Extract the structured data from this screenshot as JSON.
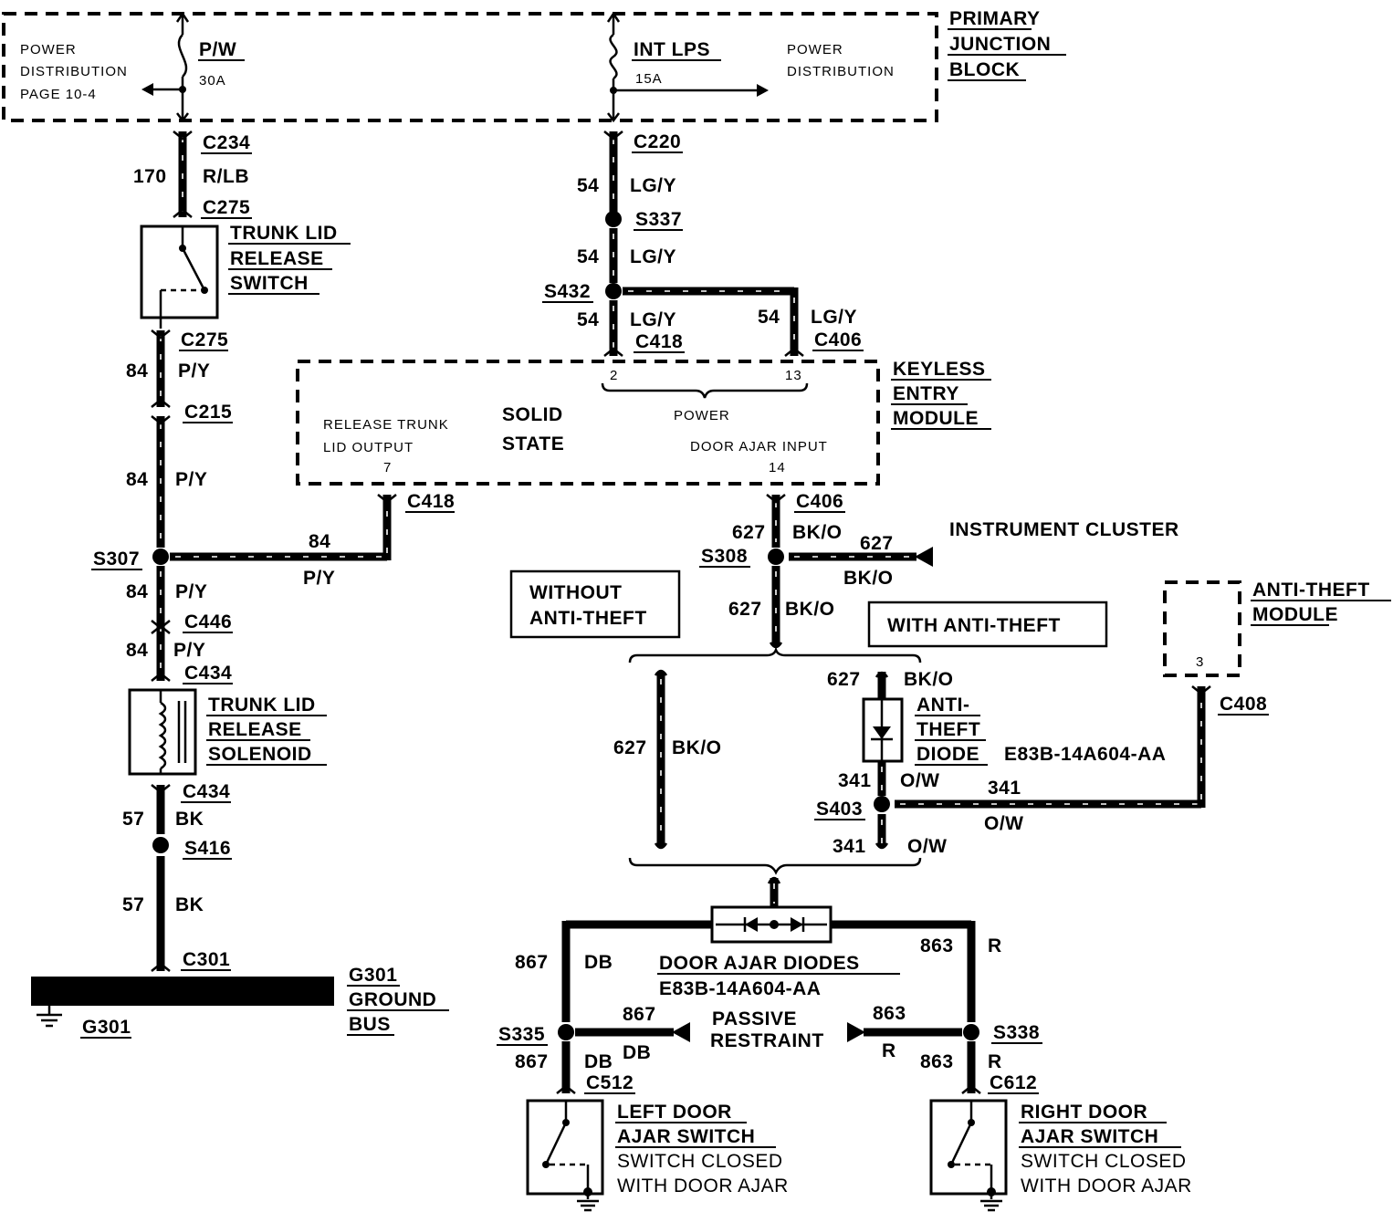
{
  "primary_junction_block": {
    "title": [
      "PRIMARY",
      "JUNCTION",
      "BLOCK"
    ],
    "left_dist": [
      "POWER",
      "DISTRIBUTION",
      "PAGE 10-4"
    ],
    "right_dist": [
      "POWER",
      "DISTRIBUTION"
    ],
    "fuse_pw": {
      "name": "P/W",
      "rating": "30A"
    },
    "fuse_int": {
      "name": "INT LPS",
      "rating": "15A"
    }
  },
  "left_branch": {
    "c234": "C234",
    "w170": "170",
    "rlb": "R/LB",
    "c275a": "C275",
    "switch_title": [
      "TRUNK LID",
      "RELEASE",
      "SWITCH"
    ],
    "c275b": "C275",
    "w84a": "84",
    "py_a": "P/Y",
    "c215": "C215",
    "w84b": "84",
    "py_b": "P/Y",
    "s307": "S307",
    "w84h": "84",
    "py_h": "P/Y",
    "w84c": "84",
    "py_c": "P/Y",
    "c446": "C446",
    "w84d": "84",
    "py_d": "P/Y",
    "c434a": "C434",
    "solenoid_title": [
      "TRUNK LID",
      "RELEASE",
      "SOLENOID"
    ],
    "c434b": "C434",
    "w57a": "57",
    "bk_a": "BK",
    "s416": "S416",
    "w57b": "57",
    "bk_b": "BK",
    "c301": "C301",
    "g301": "G301",
    "ground_bus": [
      "G301",
      "GROUND",
      "BUS"
    ]
  },
  "center_branch": {
    "c220": "C220",
    "w54a": "54",
    "lgy_a": "LG/Y",
    "s337": "S337",
    "w54b": "54",
    "lgy_b": "LG/Y",
    "s432": "S432",
    "w54c": "54",
    "lgy_c": "LG/Y",
    "c418a": "C418",
    "w54d": "54",
    "lgy_d": "LG/Y",
    "c406a": "C406"
  },
  "keyless_entry": {
    "title": [
      "KEYLESS",
      "ENTRY",
      "MODULE"
    ],
    "pin2": "2",
    "pin13": "13",
    "power": "POWER",
    "release": [
      "RELEASE TRUNK",
      "LID OUTPUT"
    ],
    "solid_state": [
      "SOLID",
      "STATE"
    ],
    "door_ajar_input": "DOOR AJAR INPUT",
    "pin7": "7",
    "pin14": "14",
    "c418b": "C418",
    "c406b": "C406",
    "w84": "84",
    "py": "P/Y"
  },
  "right_branch": {
    "w627a": "627",
    "bko_a": "BK/O",
    "s308": "S308",
    "w627b": "627",
    "bko_b": "BK/O",
    "w627c": "627",
    "bko_c": "BK/O",
    "instrument_cluster": "INSTRUMENT CLUSTER",
    "without_anti_theft": [
      "WITHOUT",
      "ANTI-THEFT"
    ],
    "with_anti_theft": "WITH ANTI-THEFT",
    "w627d": "627",
    "bko_d": "BK/O",
    "w627e": "627",
    "bko_e": "BK/O",
    "diode_title": [
      "ANTI-",
      "THEFT",
      "DIODE"
    ],
    "part_no": "E83B-14A604-AA",
    "w341a": "341",
    "ow_a": "O/W",
    "s403": "S403",
    "w341b": "341",
    "ow_b": "O/W",
    "w341c": "341",
    "ow_c": "O/W",
    "anti_theft_module": [
      "ANTI-THEFT",
      "MODULE"
    ],
    "pin3": "3",
    "c408": "C408"
  },
  "door_ajar": {
    "w867a": "867",
    "db_a": "DB",
    "w863a": "863",
    "r_a": "R",
    "diodes_title": "DOOR AJAR DIODES",
    "diodes_part": "E83B-14A604-AA",
    "s335": "S335",
    "w867b": "867",
    "db_b": "DB",
    "passive_restraint": [
      "PASSIVE",
      "RESTRAINT"
    ],
    "w863b": "863",
    "r_b": "R",
    "s338": "S338",
    "w867c": "867",
    "db_c": "DB",
    "c512": "C512",
    "w863c": "863",
    "r_c": "R",
    "c612": "C612",
    "left_switch": [
      "LEFT DOOR",
      "AJAR SWITCH",
      "SWITCH CLOSED",
      "WITH DOOR AJAR"
    ],
    "right_switch": [
      "RIGHT DOOR",
      "AJAR SWITCH",
      "SWITCH CLOSED",
      "WITH DOOR AJAR"
    ]
  }
}
